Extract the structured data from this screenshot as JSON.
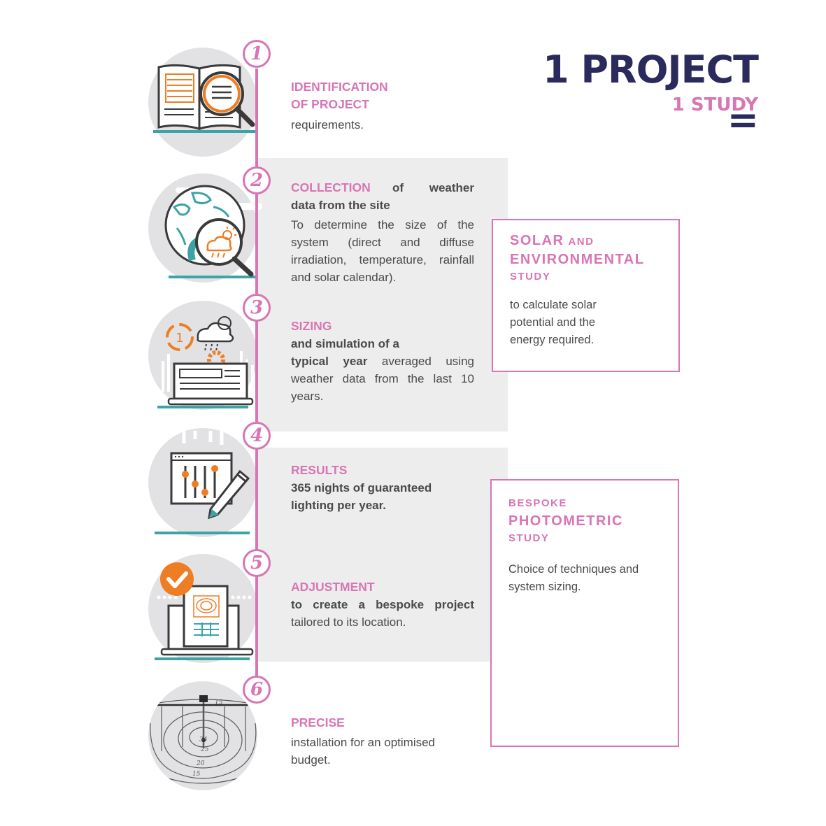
{
  "header": {
    "title": "1 PROJECT =",
    "subtitle": "1 STUDY"
  },
  "steps": [
    {
      "number": "1",
      "title": "IDENTIFICATION",
      "title2": "OF PROJECT",
      "text": "requirements."
    },
    {
      "number": "2",
      "title": "COLLECTION",
      "title_rest": "of weather",
      "bold": "data from the site",
      "text": "To determine the size of the system (direct and diffuse irradiation, temperature, rainfall and solar calendar)."
    },
    {
      "number": "3",
      "title": "SIZING",
      "bold": "and simulation of a",
      "bold2": "typical year",
      "text": "averaged using weather data from the last 10 years."
    },
    {
      "number": "4",
      "title": "RESULTS",
      "bold": "365 nights of guaranteed lighting per year."
    },
    {
      "number": "5",
      "title": "ADJUSTMENT",
      "bold": "to create a bespoke project",
      "text": "tailored to its location."
    },
    {
      "number": "6",
      "title": "PRECISE",
      "text": "installation for an optimised budget."
    }
  ],
  "boxes": {
    "solar": {
      "t1": "SOLAR",
      "t1b": "AND",
      "t2": "ENVIRONMENTAL",
      "t3": "STUDY",
      "body": "to calculate solar potential and the energy required."
    },
    "photometric": {
      "t1": "BESPOKE",
      "t2": "PHOTOMETRIC",
      "t3": "STUDY",
      "body": "Choice of techniques and system sizing."
    }
  },
  "icons": [
    "open-book-magnifier-icon",
    "globe-weather-magnifier-icon",
    "laptop-sun-cycle-icon",
    "sliders-pencil-icon",
    "laptop-checkmark-document-icon",
    "isolux-lighting-plan-icon"
  ],
  "isolux_labels": [
    "15",
    "25",
    "34",
    "20",
    "15"
  ],
  "colors": {
    "pink": "#d875b4",
    "navy": "#2b2a5c",
    "teal": "#3da3a6",
    "orange": "#ee7d23",
    "gray_panel": "#ededee",
    "icon_bg": "#e2e2e4",
    "text": "#4a4a4a"
  }
}
